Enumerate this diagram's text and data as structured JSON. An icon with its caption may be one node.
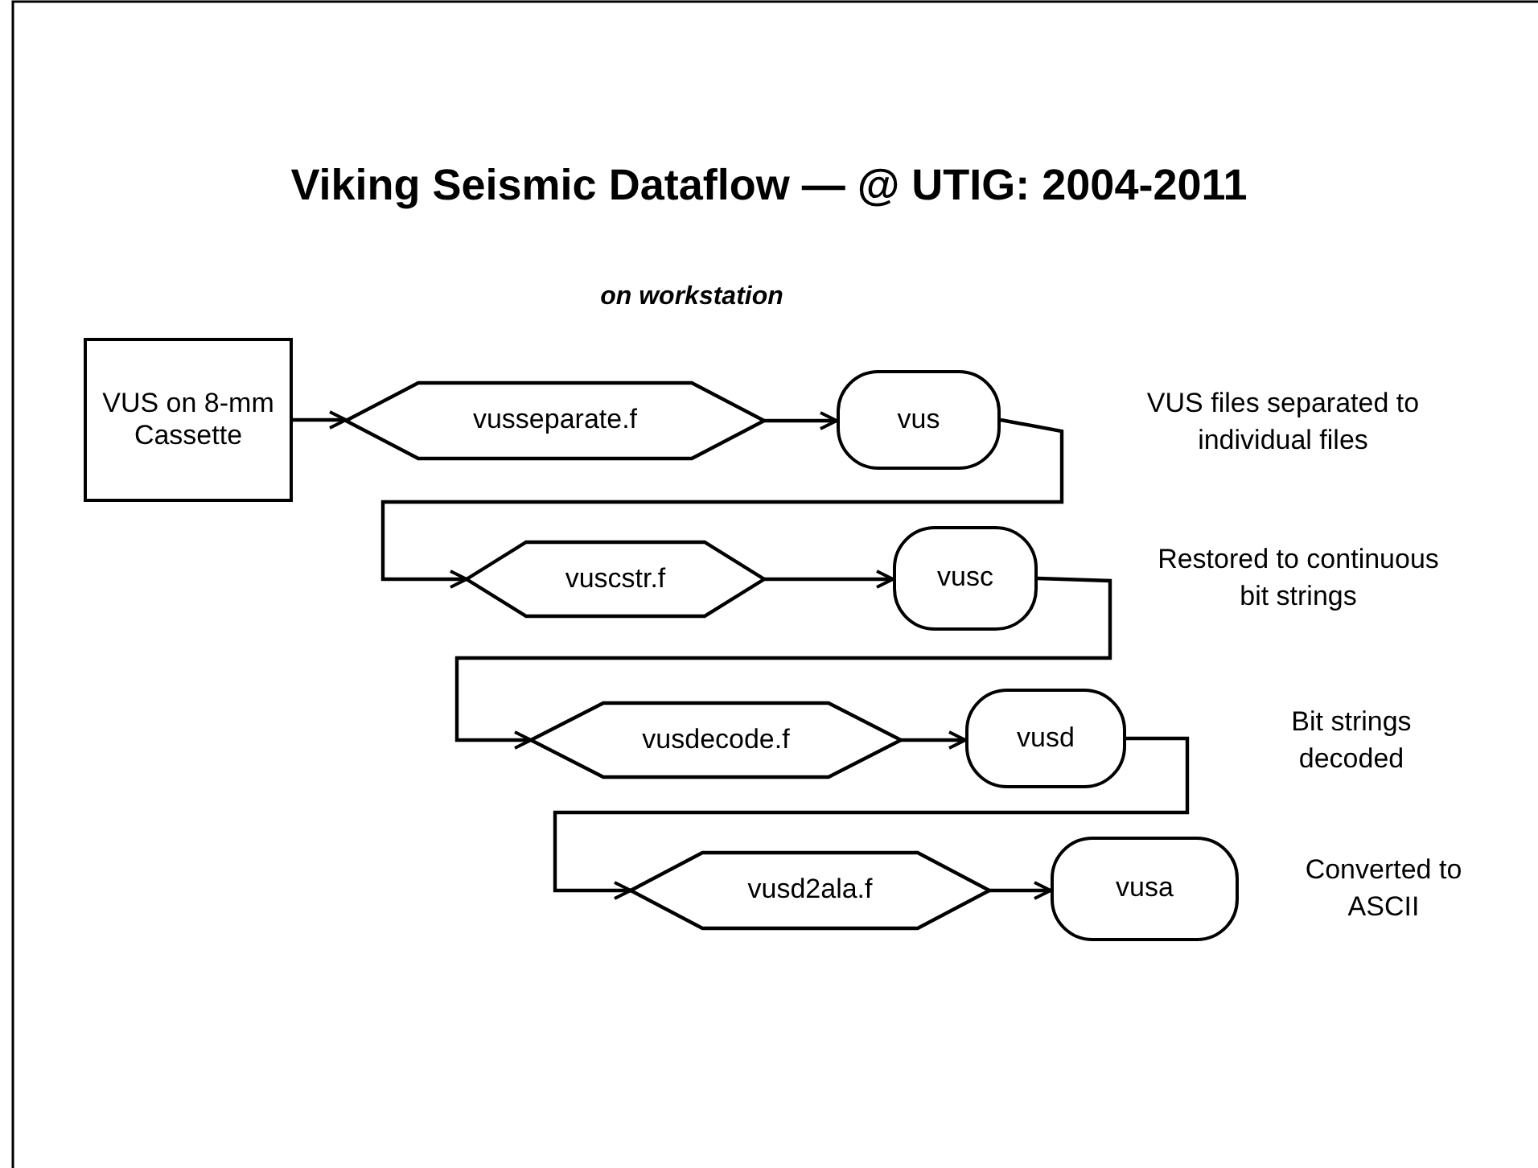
{
  "diagram": {
    "title": "Viking Seismic Dataflow — @ UTIG: 2004-2011",
    "nodes": [
      {
        "text": [
          "VUS on 8-mm Cassette"
        ]
      },
      {
        "text": [
          "vusseparate.f"
        ]
      },
      {
        "text": [
          "vus"
        ]
      },
      {
        "text": [
          "vuscstr.f"
        ]
      },
      {
        "text": [
          "vusc"
        ]
      },
      {
        "text": [
          "vusdecode.f"
        ]
      },
      {
        "text": [
          "vusd"
        ]
      },
      {
        "text": [
          "vusd2ala.f"
        ]
      },
      {
        "text": [
          "vusa"
        ]
      }
    ],
    "edges": [
      {
        "from": 0,
        "to": 1,
        "arrow": "to"
      },
      {
        "from": 1,
        "to": 2,
        "arrow": "to"
      },
      {
        "from": 2,
        "to": 3,
        "arrow": "to"
      },
      {
        "from": 3,
        "to": 4,
        "arrow": "to"
      },
      {
        "from": 4,
        "to": 5,
        "arrow": "to"
      },
      {
        "from": 5,
        "to": 6,
        "arrow": "to"
      },
      {
        "from": 6,
        "to": 7,
        "arrow": "to"
      },
      {
        "from": 7,
        "to": 8,
        "arrow": "to"
      }
    ],
    "labels": [
      "on workstation",
      "VUS files separated to individual files",
      "Restored to continuous bit strings",
      "Bit strings decoded",
      "Converted to ASCII"
    ]
  }
}
